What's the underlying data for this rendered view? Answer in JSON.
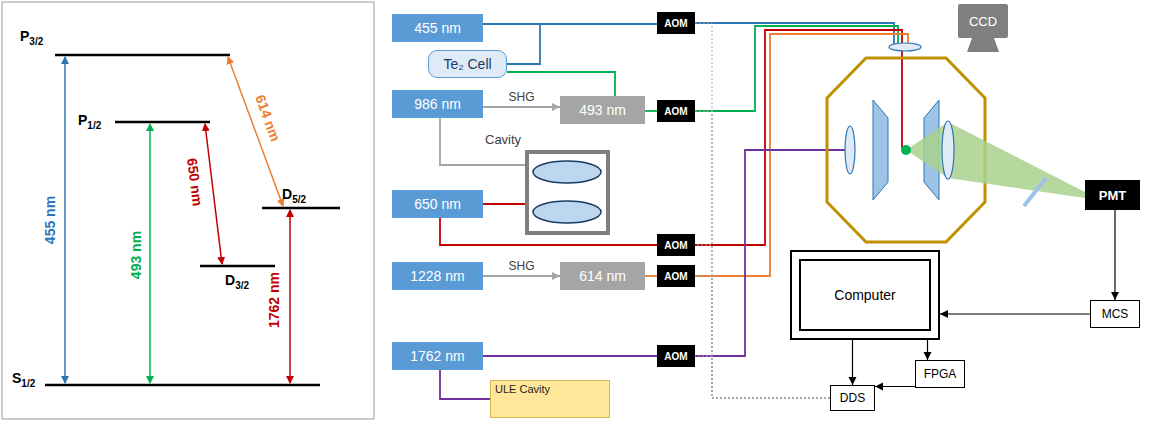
{
  "diagram": {
    "nodes": [
      {
        "text": [
          "455 nm"
        ]
      },
      {
        "text": [
          "Te₂ Cell"
        ]
      },
      {
        "text": [
          "986 nm"
        ]
      },
      {
        "text": [
          "493 nm"
        ]
      },
      {
        "text": [
          "Cavity"
        ]
      },
      {
        "text": [
          "650 nm"
        ]
      },
      {
        "text": [
          "1228 nm"
        ]
      },
      {
        "text": [
          "614 nm"
        ]
      },
      {
        "text": [
          "1762 nm"
        ]
      },
      {
        "text": [
          "ULE Cavity"
        ]
      },
      {
        "text": [
          "AOM"
        ]
      },
      {
        "text": [
          "AOM"
        ]
      },
      {
        "text": [
          "AOM"
        ]
      },
      {
        "text": [
          "AOM"
        ]
      },
      {
        "text": [
          "AOM"
        ]
      },
      {
        "text": [
          "CCD"
        ]
      },
      {
        "text": [
          "PMT"
        ]
      },
      {
        "text": [
          "Computer"
        ]
      },
      {
        "text": [
          "MCS"
        ]
      },
      {
        "text": [
          "FPGA"
        ]
      },
      {
        "text": [
          "DDS"
        ]
      }
    ],
    "edges": [
      {
        "from": 0,
        "to": 10,
        "arrow": "none"
      },
      {
        "from": 0,
        "to": 1,
        "arrow": "none"
      },
      {
        "from": 2,
        "to": 3,
        "label": "SHG",
        "arrow": "to"
      },
      {
        "from": 3,
        "to": 11,
        "arrow": "none"
      },
      {
        "from": 3,
        "to": 1,
        "arrow": "none"
      },
      {
        "from": 2,
        "to": 4,
        "arrow": "none"
      },
      {
        "from": 5,
        "to": 4,
        "arrow": "none"
      },
      {
        "from": 5,
        "to": 12,
        "arrow": "none"
      },
      {
        "from": 6,
        "to": 7,
        "label": "SHG",
        "arrow": "to"
      },
      {
        "from": 7,
        "to": 13,
        "arrow": "none"
      },
      {
        "from": 8,
        "to": 14,
        "arrow": "none"
      },
      {
        "from": 8,
        "to": 9,
        "arrow": "none"
      },
      {
        "from": 16,
        "to": 18,
        "arrow": "to"
      },
      {
        "from": 18,
        "to": 17,
        "arrow": "to"
      },
      {
        "from": 17,
        "to": 20,
        "arrow": "to"
      },
      {
        "from": 17,
        "to": 19,
        "arrow": "to"
      },
      {
        "from": 19,
        "to": 20,
        "arrow": "to"
      },
      {
        "from": 20,
        "to": 10,
        "arrow": "none"
      },
      {
        "from": 20,
        "to": 11,
        "arrow": "none"
      },
      {
        "from": 20,
        "to": 12,
        "arrow": "none"
      },
      {
        "from": 20,
        "to": 13,
        "arrow": "none"
      },
      {
        "from": 20,
        "to": 14,
        "arrow": "none"
      }
    ],
    "labels": [
      "P3/2",
      "P1/2",
      "D5/2",
      "D3/2",
      "S1/2",
      "455 nm",
      "493 nm",
      "650 nm",
      "614 nm",
      "1762 nm"
    ]
  }
}
